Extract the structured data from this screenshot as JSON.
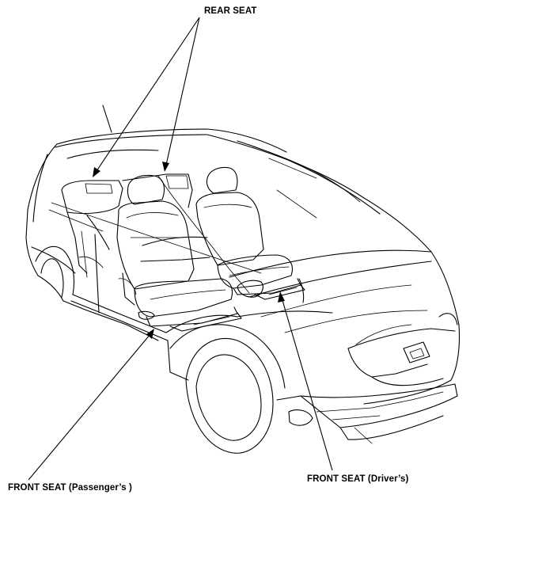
{
  "labels": {
    "rear_seat": "REAR SEAT",
    "front_seat_passenger": "FRONT SEAT (Passenger’s )",
    "front_seat_driver": "FRONT SEAT (Driver’s)"
  },
  "colors": {
    "line": "#000000",
    "background": "#ffffff"
  }
}
